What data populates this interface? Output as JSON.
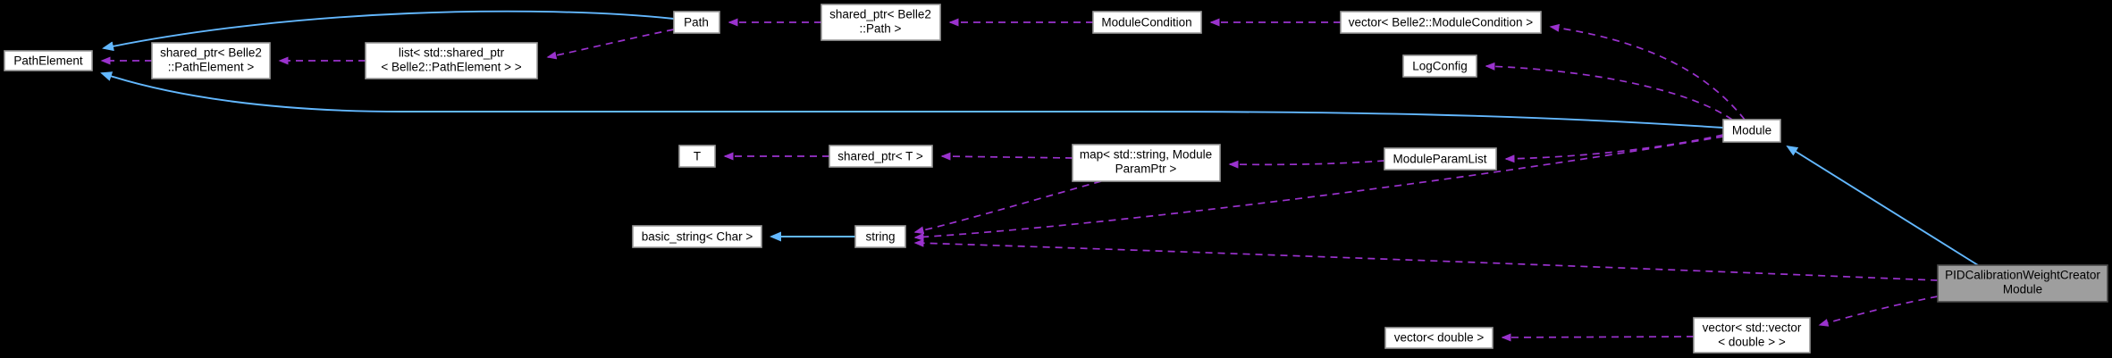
{
  "diagram": {
    "type": "doxygen-collaboration-graph",
    "background_color": "#000000",
    "node_fill": "#ffffff",
    "node_border": "#9a9a9a",
    "highlight_node_fill": "#9e9e9e",
    "inheritance_edge_color": "#63b8ff",
    "usage_edge_color": "#9a32cd",
    "nodes": {
      "path_element": {
        "label": "PathElement"
      },
      "shared_ptr_path_element": {
        "line1": "shared_ptr< Belle2",
        "line2": "::PathElement >"
      },
      "list_shared_ptr_path_element": {
        "line1": "list< std::shared_ptr",
        "line2": "< Belle2::PathElement > >"
      },
      "path": {
        "label": "Path"
      },
      "shared_ptr_path": {
        "line1": "shared_ptr< Belle2",
        "line2": "::Path >"
      },
      "module_condition": {
        "label": "ModuleCondition"
      },
      "vector_module_condition": {
        "label": "vector< Belle2::ModuleCondition >"
      },
      "log_config": {
        "label": "LogConfig"
      },
      "module": {
        "label": "Module"
      },
      "t": {
        "label": "T"
      },
      "shared_ptr_t": {
        "label": "shared_ptr< T >"
      },
      "map_module_param": {
        "line1": "map< std::string, Module",
        "line2": "ParamPtr >"
      },
      "module_param_list": {
        "label": "ModuleParamList"
      },
      "basic_string": {
        "label": "basic_string< Char >"
      },
      "string": {
        "label": "string"
      },
      "pid_module": {
        "line1": "PIDCalibrationWeightCreator",
        "line2": "Module"
      },
      "vector_double": {
        "label": "vector< double >"
      },
      "vector_vector_double": {
        "line1": "vector< std::vector",
        "line2": "< double > >"
      }
    },
    "edges": [
      {
        "from": "Path",
        "to": "PathElement",
        "type": "inheritance"
      },
      {
        "from": "Module",
        "to": "PathElement",
        "type": "inheritance"
      },
      {
        "from": "string",
        "to": "basic_string< Char >",
        "type": "inheritance"
      },
      {
        "from": "PIDCalibrationWeightCreatorModule",
        "to": "Module",
        "type": "inheritance"
      },
      {
        "from": "shared_ptr< Belle2::PathElement >",
        "to": "PathElement",
        "type": "usage"
      },
      {
        "from": "list< std::shared_ptr< Belle2::PathElement > >",
        "to": "shared_ptr< Belle2::PathElement >",
        "type": "usage"
      },
      {
        "from": "Path",
        "to": "list< std::shared_ptr< Belle2::PathElement > >",
        "type": "usage"
      },
      {
        "from": "shared_ptr< Belle2::Path >",
        "to": "Path",
        "type": "usage"
      },
      {
        "from": "ModuleCondition",
        "to": "shared_ptr< Belle2::Path >",
        "type": "usage"
      },
      {
        "from": "vector< Belle2::ModuleCondition >",
        "to": "ModuleCondition",
        "type": "usage"
      },
      {
        "from": "Module",
        "to": "vector< Belle2::ModuleCondition >",
        "type": "usage"
      },
      {
        "from": "Module",
        "to": "LogConfig",
        "type": "usage"
      },
      {
        "from": "Module",
        "to": "ModuleParamList",
        "type": "usage"
      },
      {
        "from": "ModuleParamList",
        "to": "map< std::string, ModuleParamPtr >",
        "type": "usage"
      },
      {
        "from": "map< std::string, ModuleParamPtr >",
        "to": "shared_ptr< T >",
        "type": "usage"
      },
      {
        "from": "shared_ptr< T >",
        "to": "T",
        "type": "usage"
      },
      {
        "from": "map< std::string, ModuleParamPtr >",
        "to": "string",
        "type": "usage"
      },
      {
        "from": "Module",
        "to": "string",
        "type": "usage"
      },
      {
        "from": "PIDCalibrationWeightCreatorModule",
        "to": "string",
        "type": "usage"
      },
      {
        "from": "PIDCalibrationWeightCreatorModule",
        "to": "vector< std::vector< double > >",
        "type": "usage"
      },
      {
        "from": "vector< std::vector< double > >",
        "to": "vector< double >",
        "type": "usage"
      }
    ]
  }
}
